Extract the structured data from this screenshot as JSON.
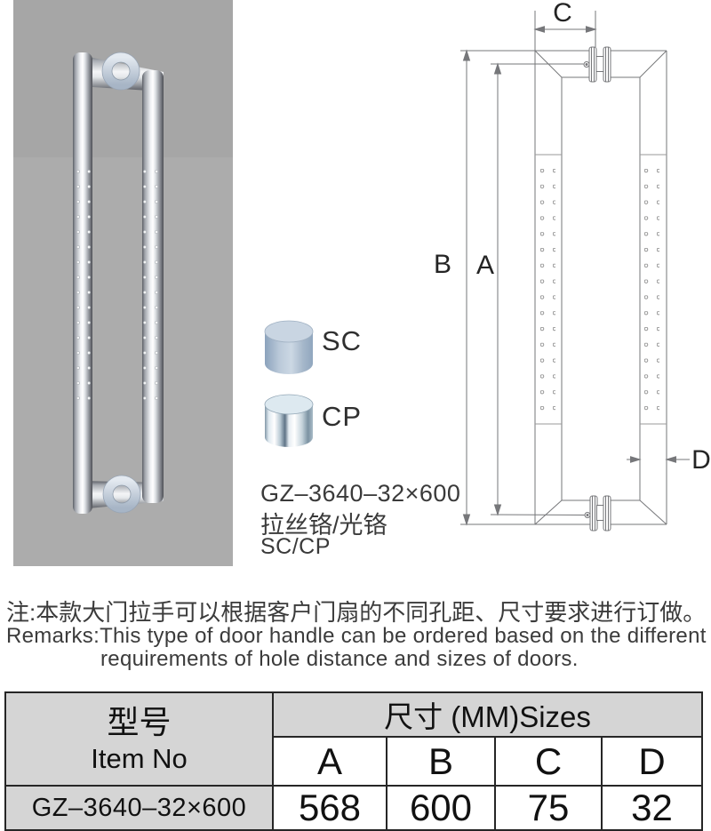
{
  "product": {
    "code": "GZ–3640–32×600",
    "finish_cn": "拉丝铬/光铬",
    "finish_code": "SC/CP"
  },
  "finishes": [
    {
      "code": "SC"
    },
    {
      "code": "CP"
    }
  ],
  "diagram": {
    "dim_c": "C",
    "dim_b": "B",
    "dim_a": "A",
    "dim_d": "D"
  },
  "note": {
    "line1": "注:本款大门拉手可以根据客户门扇的不同孔距、尺寸要求进行订做。",
    "line2": "Remarks:This type of door handle can be ordered based on the different",
    "line3": "requirements of hole distance and sizes of doors."
  },
  "table": {
    "item_col_cn": "型号",
    "item_col_en": "Item No",
    "sizes_header": "尺寸 (MM)Sizes",
    "dim_headers": [
      "A",
      "B",
      "C",
      "D"
    ],
    "rows": [
      {
        "item": "GZ–3640–32×600",
        "values": [
          "568",
          "600",
          "75",
          "32"
        ]
      }
    ]
  },
  "colors": {
    "photo_background": "#a9a9a9",
    "table_header_bg": "#d5d5d5",
    "table_border": "#262626",
    "drawing_line": "#76777a",
    "text": "#3a3a3a"
  }
}
